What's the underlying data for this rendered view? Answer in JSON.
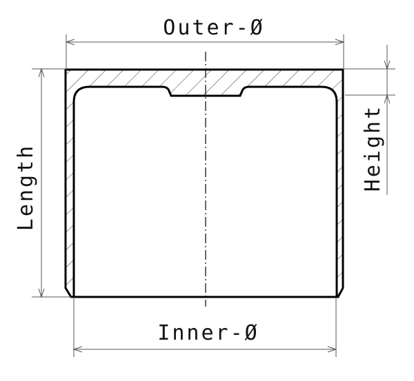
{
  "diagram": {
    "type": "technical-cross-section",
    "subject": "cup / cap cross-section with dimension callouts",
    "labels": {
      "outer_diameter": "Outer-Ø",
      "inner_diameter": "Inner-Ø",
      "length": "Length",
      "height": "Height"
    },
    "colors": {
      "outline": "#000000",
      "dimension_line": "#555555",
      "hatch": "#333333",
      "background": "#ffffff"
    }
  }
}
